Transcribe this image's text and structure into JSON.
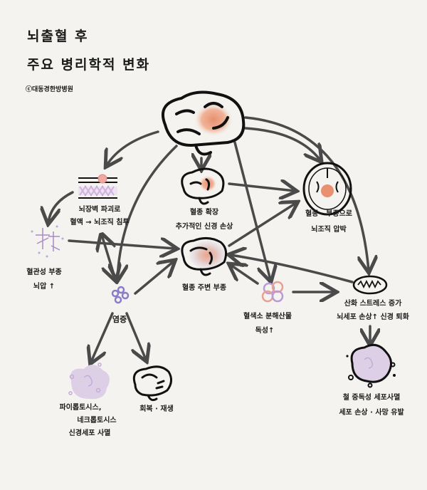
{
  "title": {
    "line1": "뇌출혈 후",
    "line2": "주요 병리학적 변화"
  },
  "credit": "ⓒ대동경한방병원",
  "colors": {
    "arrow": "#4a4a4a",
    "hematoma": "#e8906f",
    "cell_purple": "#c9a8d8",
    "background": "#f4f3ef"
  },
  "nodes": {
    "bbb": {
      "icon": "blood-brain-barrier-icon",
      "line1": "뇌장벽 파괴로",
      "line2": "혈액 → 뇌조직 침투"
    },
    "vasogenic": {
      "icon": "neuron-edema-icon",
      "line1": "혈관성 부종",
      "line2": "뇌압 ↑"
    },
    "expansion": {
      "icon": "brain-hematoma-icon",
      "line1": "혈종 확장",
      "line2": "추가적인 신경 손상"
    },
    "perihematomal": {
      "icon": "brain-edema-icon",
      "line1": "혈종 주변 부종"
    },
    "compression": {
      "icon": "brain-section-icon",
      "line1": "혈종 · 부종으로",
      "line2": "뇌조직 압박"
    },
    "inflammation": {
      "icon": "immune-cells-icon",
      "line1": "염증"
    },
    "hemoglobin": {
      "icon": "hemoglobin-icon",
      "line1": "혈색소 분해산물",
      "line2": "독성↑"
    },
    "oxidative": {
      "icon": "mitochondria-icon",
      "line1": "산화 스트레스 증가",
      "line2": "뇌세포 손상↑ 신경 퇴화"
    },
    "pyroptosis": {
      "icon": "dying-cell-icon",
      "line1": "파이롭토시스,",
      "line2": "네크롭토시스",
      "line3": "신경세포 사멸"
    },
    "recovery": {
      "icon": "brain-outline-icon",
      "line1": "회복 · 재생"
    },
    "ferroptosis": {
      "icon": "ferroptosis-cell-icon",
      "line1": "철 중독성 세포사멸",
      "line2": "세포 손상 · 사망 유발"
    }
  }
}
